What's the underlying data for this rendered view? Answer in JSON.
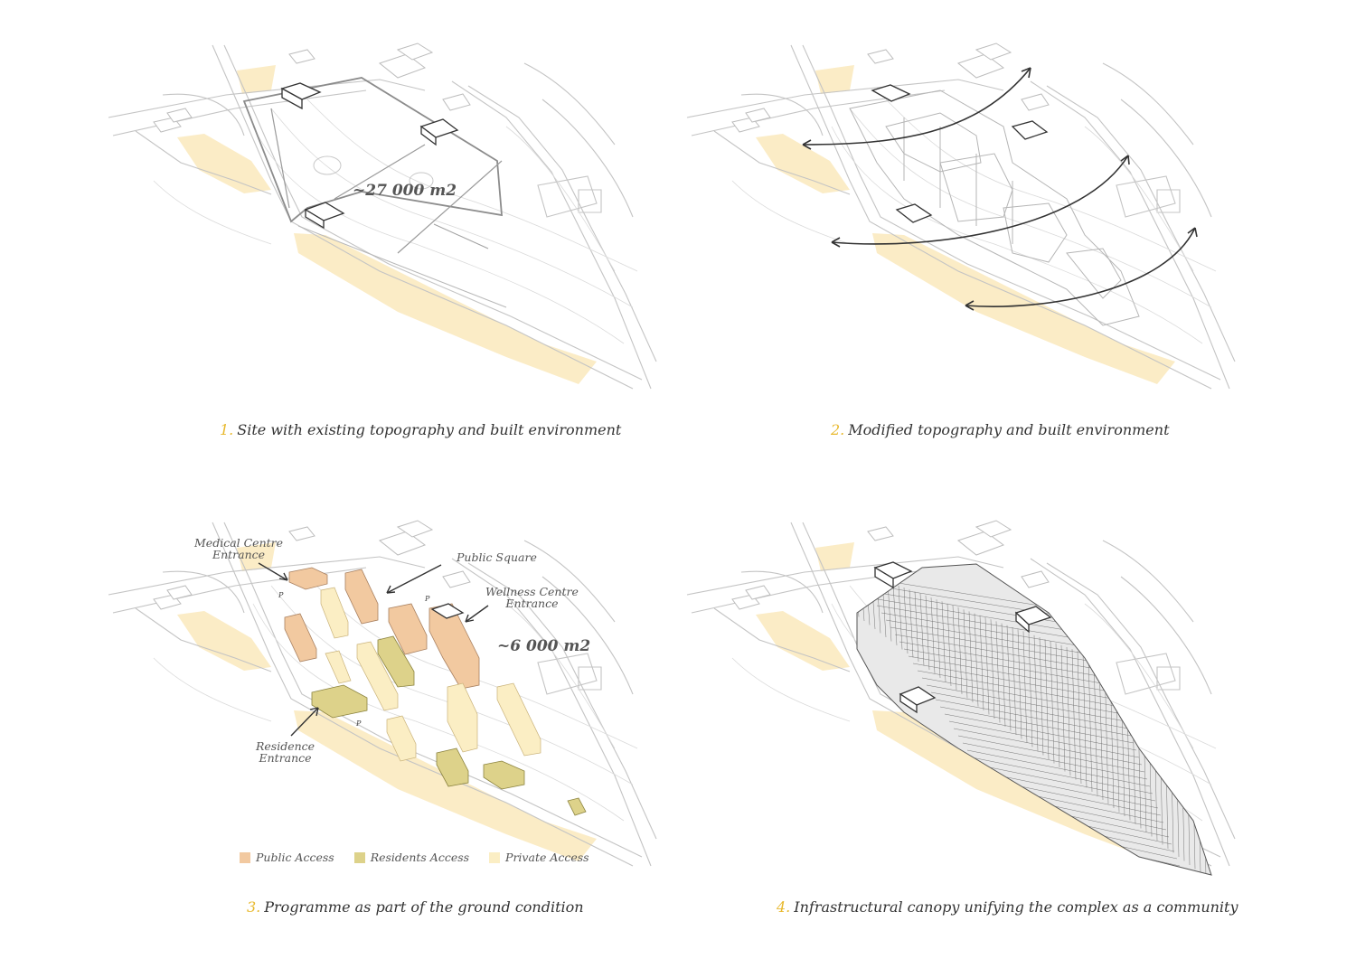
{
  "colors": {
    "highlight_band": "#fbecc6",
    "public_access": "#f2c9a0",
    "residents_access": "#ddd28a",
    "private_access": "#fbeec4",
    "caption_number": "#e8b92e",
    "line": "#bdbdbd",
    "dark_line": "#444444"
  },
  "panels": [
    {
      "number": "1.",
      "caption": "Site with existing topography and built environment",
      "area_label": "~27 000 m2"
    },
    {
      "number": "2.",
      "caption": "Modified topography and built environment"
    },
    {
      "number": "3.",
      "caption": "Programme as part of the ground condition",
      "area_label": "~6 000 m2",
      "annotations": {
        "medical_line1": "Medical Centre",
        "medical_line2": "Entrance",
        "public_square": "Public Square",
        "wellness_line1": "Wellness Centre",
        "wellness_line2": "Entrance",
        "residence_line1": "Residence",
        "residence_line2": "Entrance"
      },
      "parking_marks": [
        "P",
        "P",
        "P"
      ],
      "legend": [
        {
          "label": "Public Access",
          "color": "#f2c9a0"
        },
        {
          "label": "Residents Access",
          "color": "#ddd28a"
        },
        {
          "label": "Private Access",
          "color": "#fbeec4"
        }
      ]
    },
    {
      "number": "4.",
      "caption": "Infrastructural canopy unifying the complex as a community"
    }
  ]
}
